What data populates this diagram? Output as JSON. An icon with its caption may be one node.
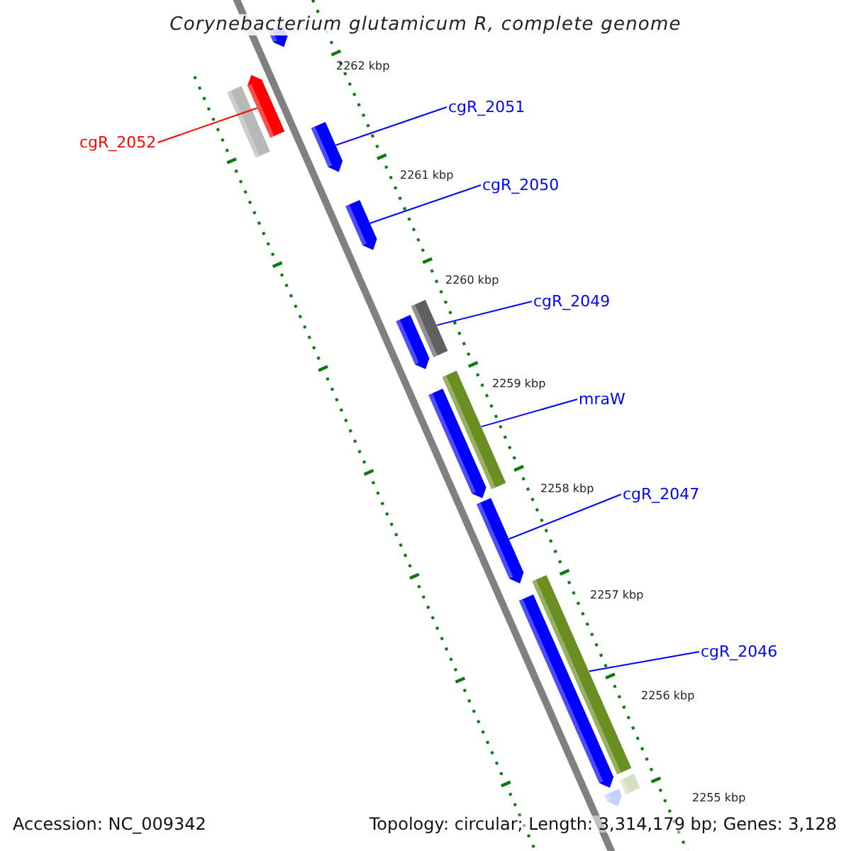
{
  "diagram": {
    "title": "Corynebacterium glutamicum R, complete genome",
    "nodes": [
      {
        "text": [
          "cgR_2052"
        ]
      },
      {
        "text": [
          "cgR_2051"
        ]
      },
      {
        "text": [
          "cgR_2050"
        ]
      },
      {
        "text": [
          "cgR_2049"
        ]
      },
      {
        "text": [
          "mraW"
        ]
      },
      {
        "text": [
          "cgR_2047"
        ]
      },
      {
        "text": [
          "cgR_2046"
        ]
      },
      {
        "text": [],
        "shape": "arrow"
      },
      {
        "text": [],
        "shape": "bar"
      },
      {
        "text": [],
        "shape": "bar"
      },
      {
        "text": [],
        "shape": "arrow"
      },
      {
        "text": [],
        "shape": "arrow"
      },
      {
        "text": [],
        "shape": "arrow"
      },
      {
        "text": [],
        "shape": "arrow"
      },
      {
        "text": [],
        "shape": "bar"
      },
      {
        "text": [],
        "shape": "arrow"
      },
      {
        "text": [],
        "shape": "bar"
      },
      {
        "text": [],
        "shape": "arrow"
      },
      {
        "text": [],
        "shape": "arrow"
      },
      {
        "text": [],
        "shape": "bar"
      },
      {
        "text": [],
        "shape": "arrow"
      },
      {
        "text": [],
        "shape": "bar"
      }
    ],
    "edges": [
      {
        "from": 0,
        "to": 10,
        "arrow": "none",
        "color": "#ff0000"
      },
      {
        "from": 1,
        "to": 11,
        "arrow": "none"
      },
      {
        "from": 2,
        "to": 12,
        "arrow": "none"
      },
      {
        "from": 3,
        "to": 14,
        "arrow": "none"
      },
      {
        "from": 4,
        "to": 16,
        "arrow": "none"
      },
      {
        "from": 5,
        "to": 17,
        "arrow": "none"
      },
      {
        "from": 6,
        "to": 19,
        "arrow": "none"
      }
    ],
    "labels": [
      "2262 kbp",
      "2261 kbp",
      "2260 kbp",
      "2259 kbp",
      "2258 kbp",
      "2257 kbp",
      "2256 kbp",
      "2255 kbp",
      "Accession: NC_009342",
      "Topology: circular; Length: 3,314,179 bp; Genes: 3,128"
    ]
  }
}
